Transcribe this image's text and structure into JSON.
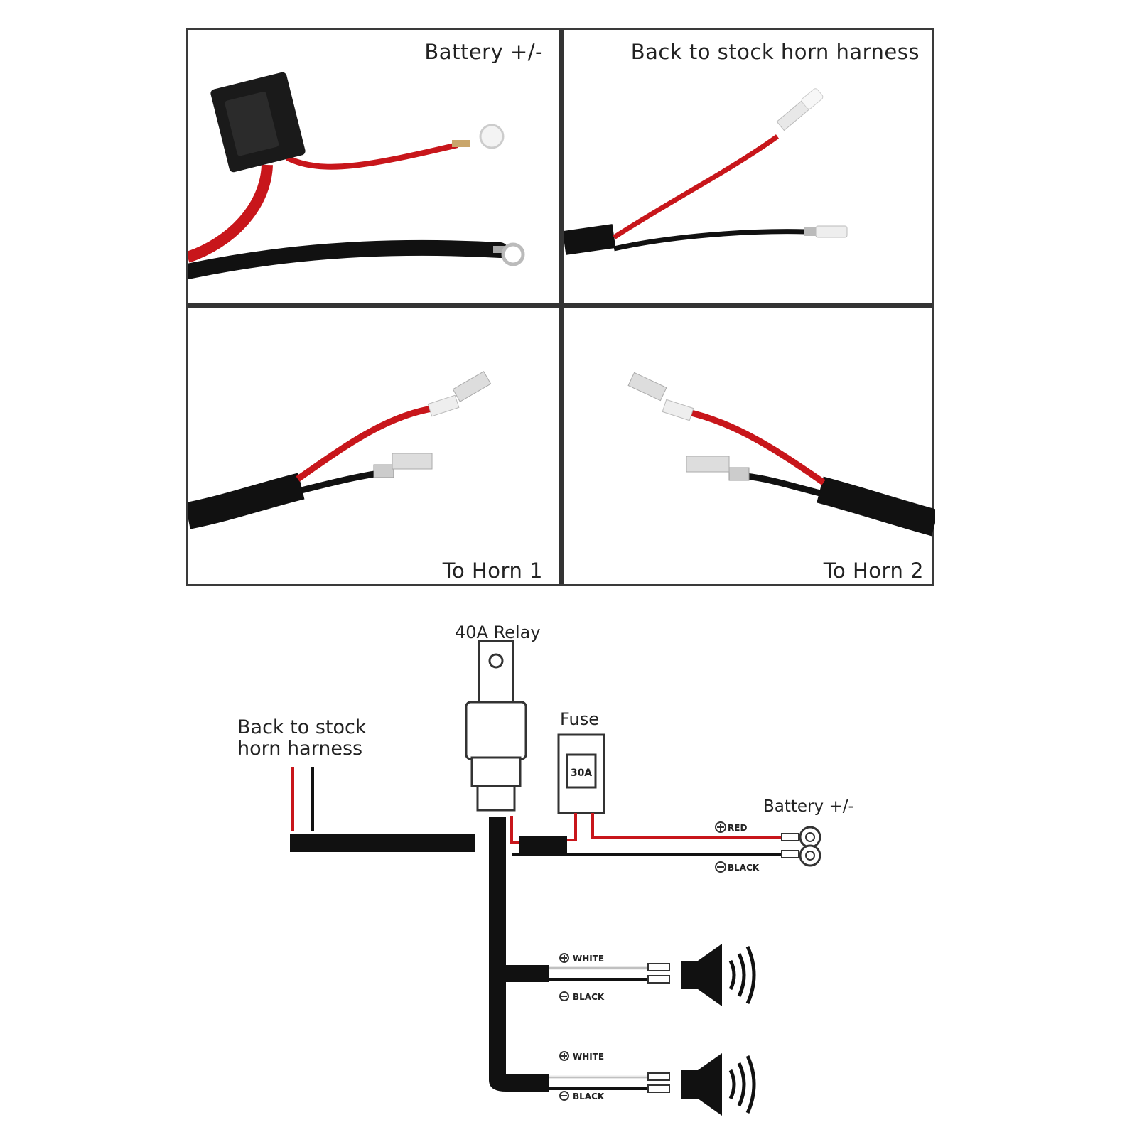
{
  "photos": {
    "top_left": {
      "label": "Battery +/-"
    },
    "top_right": {
      "label": "Back to stock horn harness"
    },
    "bottom_left": {
      "label": "To Horn 1"
    },
    "bottom_right": {
      "label": "To Horn 2"
    }
  },
  "diagram": {
    "relay_label": "40A Relay",
    "fuse_label": "Fuse",
    "fuse_rating": "30A",
    "stock_harness_label_line1": "Back to stock",
    "stock_harness_label_line2": "horn harness",
    "battery_label": "Battery +/-",
    "battery_red_label": "RED",
    "battery_black_label": "BLACK",
    "horn1": {
      "plus_label": "WHITE",
      "minus_label": "BLACK"
    },
    "horn2": {
      "plus_label": "WHITE",
      "minus_label": "BLACK"
    },
    "colors": {
      "red_wire": "#c8161b",
      "black_wire": "#111111",
      "white_wire": "#e8e8e8"
    }
  }
}
